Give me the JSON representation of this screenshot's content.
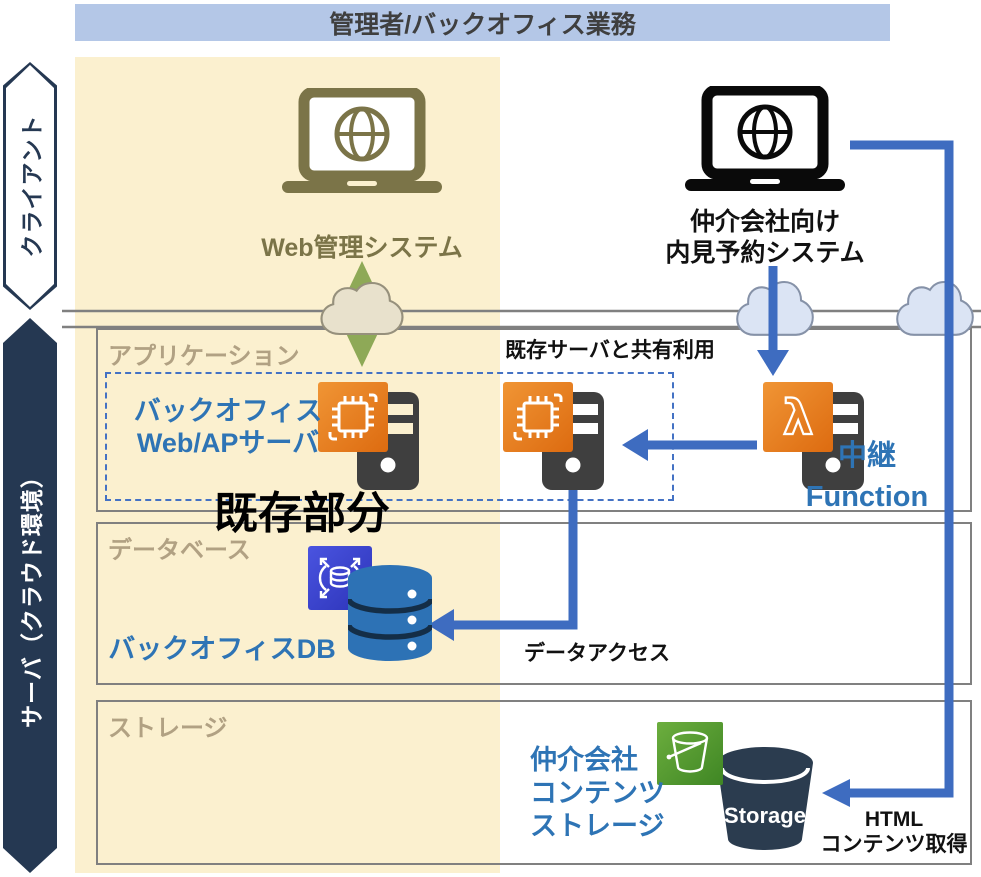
{
  "banner": {
    "title": "管理者/バックオフィス業務"
  },
  "lanes": {
    "client_label": "クライアント",
    "server_label": "サーバ（クラウド環境）"
  },
  "clients": {
    "web_admin_label": "Web管理システム",
    "reservation_line1": "仲介会社向け",
    "reservation_line2": "内見予約システム"
  },
  "application": {
    "section_title": "アプリケーション",
    "backoffice_line1": "バックオフィス",
    "backoffice_line2": "Web/APサーバ",
    "existing_part_label": "既存部分",
    "shared_note": "既存サーバと共有利用",
    "relay_line1": "中継",
    "relay_line2": "Function"
  },
  "database": {
    "section_title": "データベース",
    "db_label": "バックオフィスDB",
    "data_access_label": "データアクセス"
  },
  "storage": {
    "section_title": "ストレージ",
    "content_line1": "仲介会社",
    "content_line2": "コンテンツ",
    "content_line3": "ストレージ",
    "bucket_label": "Storage",
    "html_fetch_line1": "HTML",
    "html_fetch_line2": "コンテンツ取得"
  },
  "icons": {
    "admin_laptop": "laptop-globe-icon",
    "reservation_laptop": "laptop-globe-icon",
    "backoffice_compute": "compute-chip-icon",
    "shared_compute": "compute-chip-icon",
    "relay_lambda": "lambda-icon",
    "rds": "rds-database-icon",
    "db_cylinder": "database-cylinder-icon",
    "s3": "s3-bucket-icon",
    "storage_bucket": "storage-bucket-icon",
    "clouds": "cloud-icon"
  },
  "colors": {
    "banner_bg": "#b4c7e7",
    "highlight_bg": "#fbf0cf",
    "lane_navy": "#253852",
    "olive": "#7b7448",
    "blue_text": "#2e74b5",
    "arrow_blue": "#3e6cc0",
    "section_title": "#b1a183",
    "aws_orange": "#e8762a",
    "rds_blue": "#3b48cc",
    "db_blue": "#2d72b5",
    "bucket_navy": "#2b3c4f",
    "s3_green": "#4f9724",
    "green_arrow": "#8ea957",
    "cloud_beige": "#e8e1cc",
    "cloud_blue": "#dbe4f4",
    "border_gray": "#808080"
  }
}
